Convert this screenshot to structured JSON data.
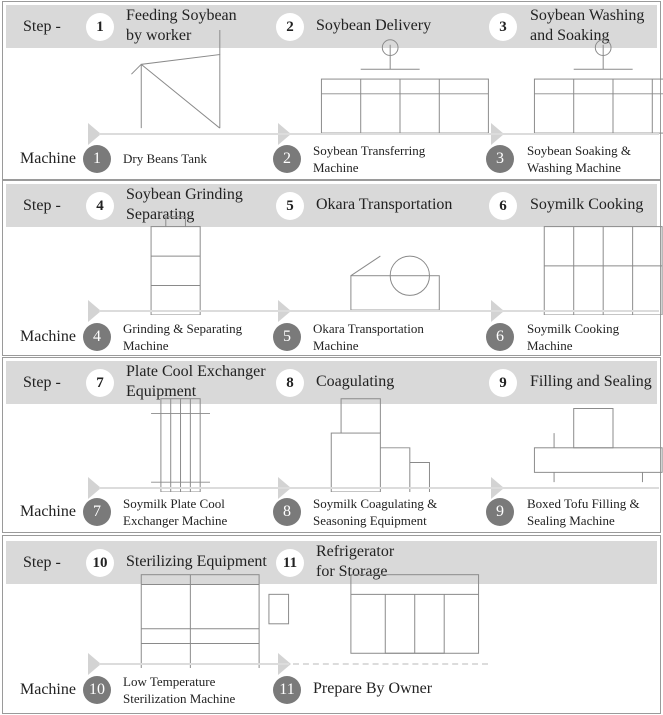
{
  "step_label": "Step -",
  "machine_label": "Machine",
  "colors": {
    "header_band": "#d9d9d9",
    "machine_circle": "#7a7a7a",
    "arrow": "#d3d3d3",
    "border": "#9a9a9a"
  },
  "rows": [
    {
      "steps": [
        {
          "num": "1",
          "name": "Feeding Soybean\nby worker",
          "machine": "Dry Beans Tank"
        },
        {
          "num": "2",
          "name": "Soybean Delivery",
          "machine": "Soybean Transferring\nMachine"
        },
        {
          "num": "3",
          "name": "Soybean Washing\nand Soaking",
          "machine": "Soybean Soaking &\nWashing Machine"
        }
      ]
    },
    {
      "steps": [
        {
          "num": "4",
          "name": "Soybean Grinding\nSeparating",
          "machine": "Grinding & Separating\nMachine"
        },
        {
          "num": "5",
          "name": "Okara Transportation",
          "machine": "Okara Transportation\nMachine"
        },
        {
          "num": "6",
          "name": "Soymilk Cooking",
          "machine": "Soymilk Cooking\nMachine"
        }
      ]
    },
    {
      "steps": [
        {
          "num": "7",
          "name": "Plate Cool Exchanger\nEquipment",
          "machine": "Soymilk Plate Cool\nExchanger Machine"
        },
        {
          "num": "8",
          "name": "Coagulating",
          "machine": "Soymilk Coagulating &\nSeasoning Equipment"
        },
        {
          "num": "9",
          "name": "Filling and Sealing",
          "machine": "Boxed Tofu Filling &\nSealing Machine"
        }
      ]
    },
    {
      "steps": [
        {
          "num": "10",
          "name": "Sterilizing Equipment",
          "machine": "Low Temperature\nSterilization Machine"
        },
        {
          "num": "11",
          "name": "Refrigerator\nfor Storage",
          "machine": "Prepare By Owner"
        }
      ]
    }
  ]
}
